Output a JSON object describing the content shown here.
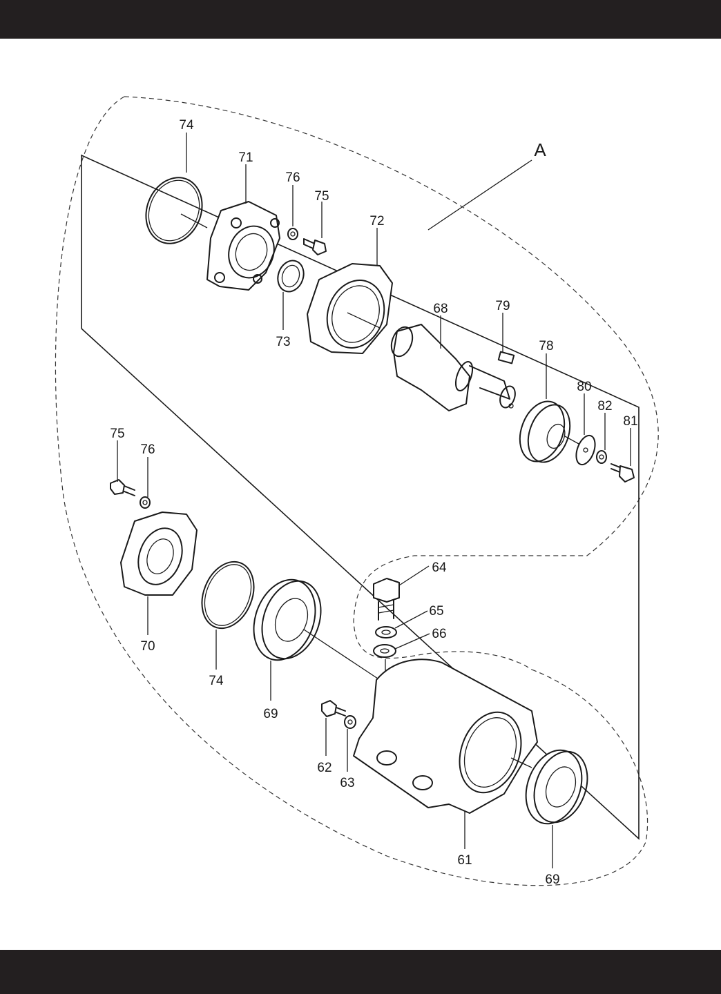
{
  "diagram": {
    "group_label": "A",
    "callouts": {
      "c74_top": "74",
      "c71": "71",
      "c76_top": "76",
      "c75_top": "75",
      "c72": "72",
      "c73": "73",
      "c68": "68",
      "c79": "79",
      "c78": "78",
      "c80": "80",
      "c82": "82",
      "c81": "81",
      "c75_left": "75",
      "c76_left": "76",
      "c70": "70",
      "c74_low": "74",
      "c69_left": "69",
      "c64": "64",
      "c65": "65",
      "c66": "66",
      "c62": "62",
      "c63": "63",
      "c61": "61",
      "c69_right": "69"
    }
  }
}
